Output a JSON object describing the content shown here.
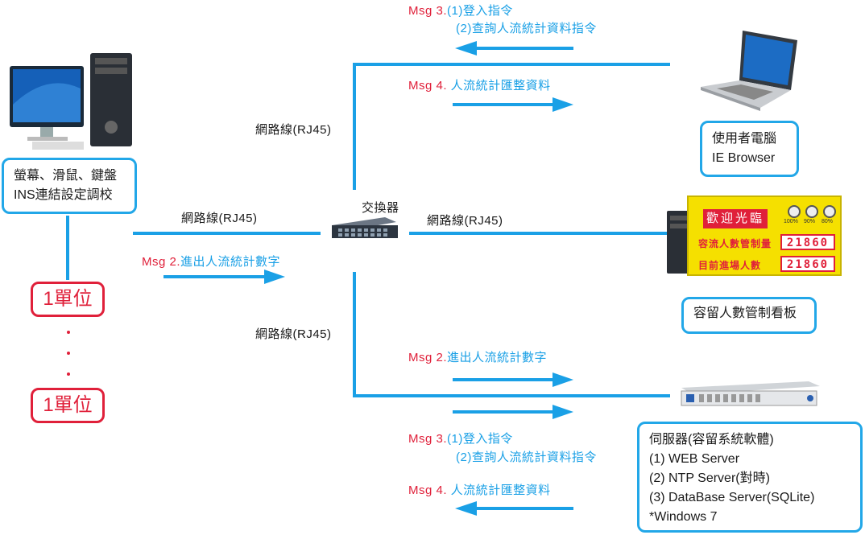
{
  "msgs": {
    "top_msg3_line1": "Msg 3.(1)登入指令",
    "top_msg3_line2": "(2)查詢人流統計資料指令",
    "top_msg4": "Msg 4. 人流統計匯整資料",
    "left_msg2": "Msg 2.進出人流統計數字",
    "bottom_msg2": "Msg 2.進出人流統計數字",
    "bottom_msg3_line1": "Msg 3.(1)登入指令",
    "bottom_msg3_line2": "(2)查詢人流統計資料指令",
    "bottom_msg4": "Msg 4. 人流統計匯整資料"
  },
  "msg_prefix": "Msg",
  "cables": {
    "upper": "網路線(RJ45)",
    "left": "網路線(RJ45)",
    "right": "網路線(RJ45)",
    "lower": "網路線(RJ45)"
  },
  "switch_label": "交換器",
  "left_box": {
    "line1": "螢幕、滑鼠、鍵盤",
    "line2": "INS連結設定調校"
  },
  "units": [
    "1單位",
    "1單位"
  ],
  "user_pc_box": {
    "line1": "使用者電腦",
    "line2": "IE Browser"
  },
  "board": {
    "welcome": "歡迎光臨",
    "lamps": [
      "100%",
      "90%",
      "80%"
    ],
    "row1_label": "容流人數管制量",
    "row1_value": "21860",
    "row2_label": "目前進場人數",
    "row2_value": "21860"
  },
  "board_box": "容留人數管制看板",
  "server_box": {
    "line1": "伺服器(容留系統軟體)",
    "line2": "(1) WEB Server",
    "line3": "(2) NTP Server(對時)",
    "line4": "(3) DataBase Server(SQLite)",
    "line5": "*Windows 7"
  },
  "colors": {
    "line": "#1aa0e6",
    "red": "#e0203a",
    "box_border": "#22a7e8"
  }
}
